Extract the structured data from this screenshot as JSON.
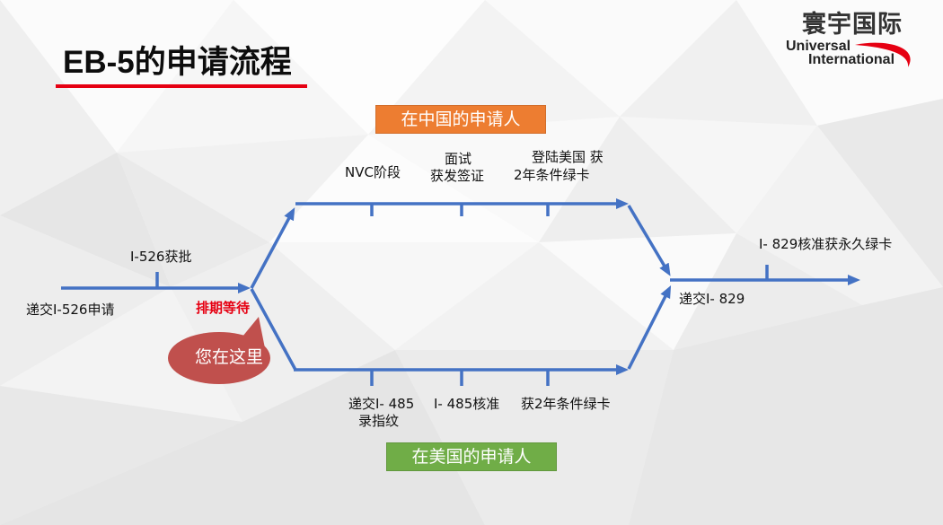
{
  "slide": {
    "title": "EB-5的申请流程"
  },
  "logo": {
    "name_cn": "寰宇国际",
    "name_en_line1": "Universal",
    "name_en_line2": "International"
  },
  "branches": {
    "china": {
      "label": "在中国的申请人"
    },
    "usa": {
      "label": "在美国的申请人"
    }
  },
  "stage_start": {
    "submit_i526": "递交I-526申请",
    "i526_approved": "I-526获批",
    "waiting": "排期等待"
  },
  "china_steps": {
    "nvc": "NVC阶段",
    "interview_line1": "面试",
    "interview_line2": "获发签证",
    "arrival_line1": "登陆美国 获",
    "arrival_line2": "2年条件绿卡"
  },
  "usa_steps": {
    "i485_line1": "递交I- 485",
    "i485_line2": "录指纹",
    "i485_approved": "I- 485核准",
    "conditional_card": "获2年条件绿卡"
  },
  "stage_end": {
    "submit_i829": "递交I- 829",
    "i829_approved": "I- 829核准获永久绿卡"
  },
  "marker": {
    "label": "您在这里"
  },
  "colors": {
    "flow_line": "#4472C4",
    "china_box": "#ED7D31",
    "usa_box": "#70AD47",
    "marker": "#C0504D",
    "waiting_text": "#E60012",
    "accent": "#E60012"
  }
}
